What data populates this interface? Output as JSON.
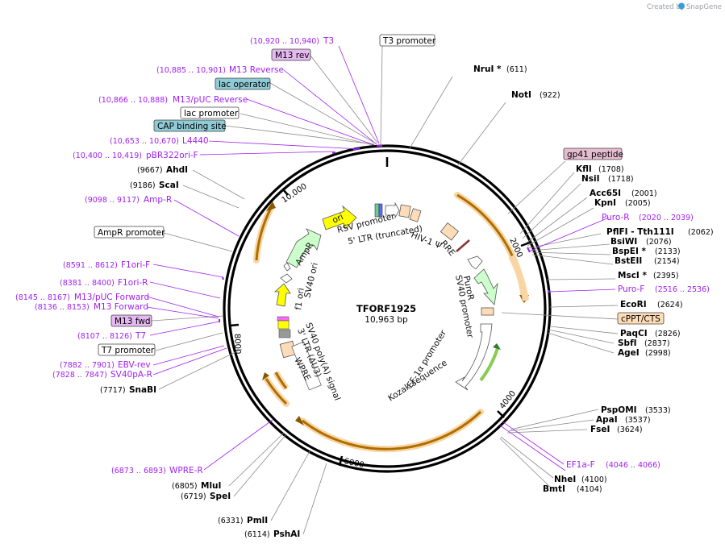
{
  "credit": {
    "created_by": "Created by",
    "app": "SnapGene"
  },
  "plasmid": {
    "name": "TFORF1925",
    "length": "10,963 bp"
  },
  "ticks": {
    "t2000": "2000",
    "t4000": "4000",
    "t6000": "6000",
    "t8000": "8000",
    "t10000": "10,000"
  },
  "inner_labels": {
    "ori": "ori",
    "ampr": "AmpR",
    "f1ori": "f1 ori",
    "sv40ori": "SV40 ori",
    "sv40polya": "SV40 poly(A) signal",
    "ltr3": "3' LTR (ΔU3)",
    "wpre": "WPRE",
    "rsv": "RSV promoter",
    "ltr5": "5' LTR (truncated)",
    "hivpsi": "HIV-1 Ψ",
    "rre": "RRE",
    "puror": "PuroR",
    "sv40prom": "SV40 promoter",
    "ef1a": "EF-1α promoter",
    "kozak": "Kozak sequence"
  },
  "left": {
    "t3_range": "(10,920 .. 10,940)",
    "t3": "T3",
    "m13rev": "M13 rev",
    "m13reverse_range": "(10,885 .. 10,901)",
    "m13reverse": "M13 Reverse",
    "lacop": "lac operator",
    "m13puc_rev_range": "(10,866 .. 10,888)",
    "m13puc_rev": "M13/pUC Reverse",
    "lacprom": "lac promoter",
    "cap": "CAP binding site",
    "l4440_range": "(10,653 .. 10,670)",
    "l4440": "L4440",
    "pbr_range": "(10,400 .. 10,419)",
    "pbr": "pBR322ori-F",
    "ahdi_pos": "(9667)",
    "ahdi": "AhdI",
    "scai_pos": "(9186)",
    "scai": "ScaI",
    "ampr_range": "(9098 .. 9117)",
    "ampr": "Amp-R",
    "amprprom": "AmpR promoter",
    "f1orif_range": "(8591 .. 8612)",
    "f1orif": "F1ori-F",
    "f1orir_range": "(8381 .. 8400)",
    "f1orir": "F1ori-R",
    "m13puc_fwd_range": "(8145 .. 8167)",
    "m13puc_fwd": "M13/pUC Forward",
    "m13fwd_range": "(8136 .. 8153)",
    "m13forward": "M13 Forward",
    "m13fwd": "M13 fwd",
    "t7_range": "(8107 .. 8126)",
    "t7": "T7",
    "t7prom": "T7 promoter",
    "ebv_range": "(7882 .. 7901)",
    "ebv": "EBV-rev",
    "sv40par_range": "(7828 .. 7847)",
    "sv40par": "SV40pA-R",
    "snabi_pos": "(7717)",
    "snabi": "SnaBI",
    "wprer_range": "(6873 .. 6893)",
    "wprer": "WPRE-R",
    "mlui_pos": "(6805)",
    "mlui": "MluI",
    "spei_pos": "(6719)",
    "spei": "SpeI",
    "pmli_pos": "(6331)",
    "pmli": "PmlI",
    "pshai_pos": "(6114)",
    "pshai": "PshAI"
  },
  "right": {
    "t3prom": "T3 promoter",
    "nrui": "NruI *",
    "nrui_pos": "(611)",
    "noti": "NotI",
    "noti_pos": "(922)",
    "gp41": "gp41 peptide",
    "kfli": "KflI",
    "kfli_pos": "(1708)",
    "nsii": "NsiI",
    "nsii_pos": "(1718)",
    "acc65i": "Acc65I",
    "acc65i_pos": "(2001)",
    "kpni": "KpnI",
    "kpni_pos": "(2005)",
    "puror": "Puro-R",
    "puror_range": "(2020 .. 2039)",
    "pflfi": "PflFI  - Tth111I",
    "pflfi_pos": "(2062)",
    "bsiwi": "BsiWI",
    "bsiwi_pos": "(2076)",
    "bspei": "BspEI *",
    "bspei_pos": "(2133)",
    "bsteii": "BstEII",
    "bsteii_pos": "(2154)",
    "msci": "MscI *",
    "msci_pos": "(2395)",
    "purof": "Puro-F",
    "purof_range": "(2516 .. 2536)",
    "ecori": "EcoRI",
    "ecori_pos": "(2624)",
    "cppt": "cPPT/CTS",
    "paqci": "PaqCI",
    "paqci_pos": "(2826)",
    "sbfi": "SbfI",
    "sbfi_pos": "(2837)",
    "agei": "AgeI",
    "agei_pos": "(2998)",
    "pspomi": "PspOMI",
    "pspomi_pos": "(3533)",
    "apai": "ApaI",
    "apai_pos": "(3537)",
    "fsei": "FseI",
    "fsei_pos": "(3624)",
    "ef1af": "EF1a-F",
    "ef1af_range": "(4046 .. 4066)",
    "nhei": "NheI",
    "nhei_pos": "(4100)",
    "bmti": "BmtI",
    "bmti_pos": "(4104)"
  }
}
